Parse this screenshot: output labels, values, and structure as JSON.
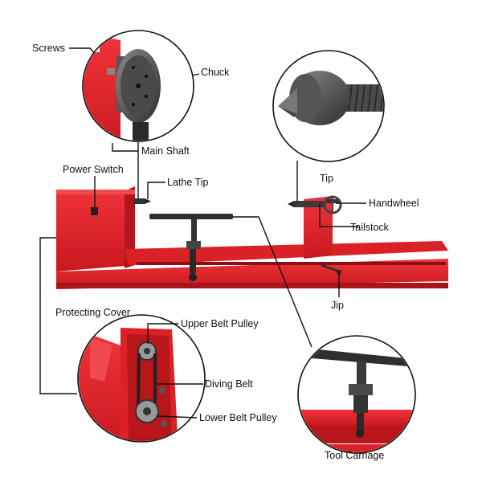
{
  "labels": {
    "screws": "Screws",
    "chuck": "Chuck",
    "main_shaft": "Main Shaft",
    "power_switch": "Power Switch",
    "lathe_tip": "Lathe Tip",
    "tip": "Tip",
    "handwheel": "Handwheel",
    "tailstock": "Tailstock",
    "jip": "Jip",
    "protecting_cover": "Protecting Cover",
    "upper_belt_pulley": "Upper Belt Pulley",
    "diving_belt": "Diving Belt",
    "lower_belt_pulley": "Lower Belt Pulley",
    "tool_carriage": "Tool Carriage"
  },
  "colors": {
    "body_red": "#e3262b",
    "dark_red": "#b0151a",
    "metal": "#3a3a3a",
    "steel": "#6c6c6c"
  }
}
